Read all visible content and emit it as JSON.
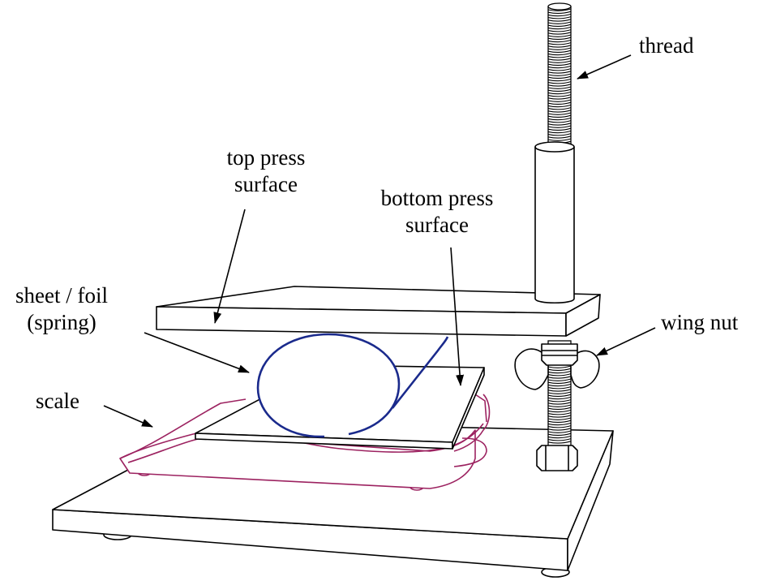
{
  "labels": {
    "thread": "thread",
    "top_press": [
      "top press",
      "surface"
    ],
    "bottom_press": [
      "bottom press",
      "surface"
    ],
    "sheet_foil": [
      "sheet / foil",
      "(spring)"
    ],
    "wing_nut": "wing nut",
    "scale": "scale"
  },
  "colors": {
    "outline": "#000000",
    "sheet": "#1a2a8c",
    "scale": "#9c2260"
  }
}
